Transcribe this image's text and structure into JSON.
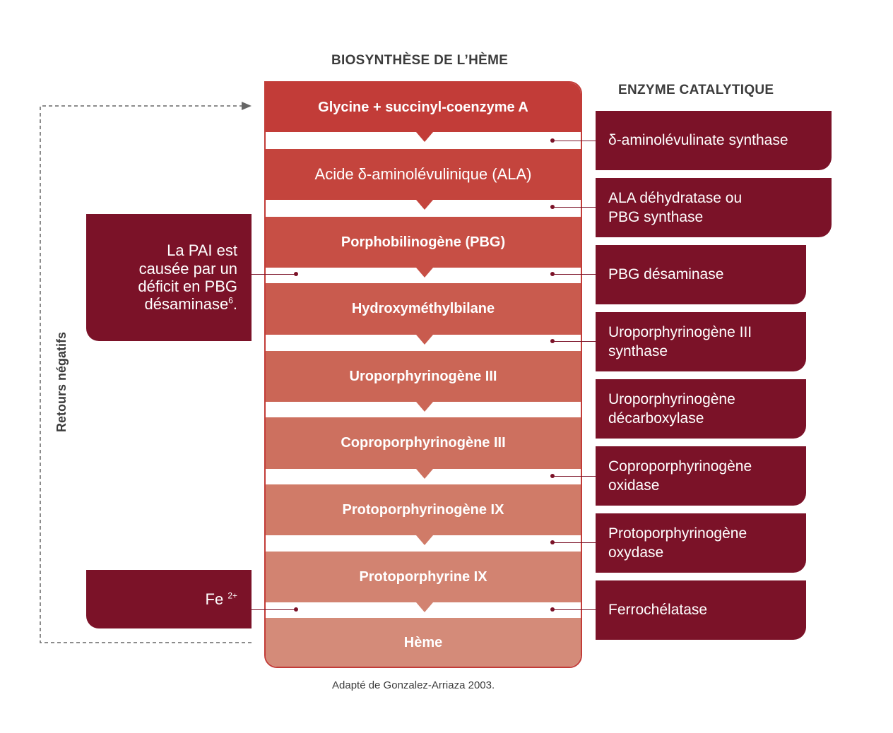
{
  "titles": {
    "pathway": "BIOSYNTHÈSE DE L’HÈME",
    "enzyme": "ENZYME CATALYTIQUE"
  },
  "steps": [
    {
      "label": "Glycine + succinyl-coenzyme A",
      "color": "#c23c38"
    },
    {
      "label": "Acide δ-aminolévulinique (ALA)",
      "color": "#c4443d"
    },
    {
      "label": "Porphobilinogène (PBG)",
      "color": "#c74f45"
    },
    {
      "label": "Hydroxyméthylbilane",
      "color": "#c95b4e"
    },
    {
      "label": "Uroporphyrinogène III",
      "color": "#cb6656"
    },
    {
      "label": "Coproporphyrinogène III",
      "color": "#cd705f"
    },
    {
      "label": "Protoporphyrinogène IX",
      "color": "#d07b68"
    },
    {
      "label": "Protoporphyrine IX",
      "color": "#d28371"
    },
    {
      "label": "Hème",
      "color": "#d48b79"
    }
  ],
  "enzymes": [
    {
      "line1": "δ-aminolévulinate synthase",
      "line2": ""
    },
    {
      "line1": "ALA déhydratase ou",
      "line2": "PBG synthase"
    },
    {
      "line1": "PBG désaminase",
      "line2": ""
    },
    {
      "line1": "Uroporphyrinogène III",
      "line2": "synthase"
    },
    {
      "line1": "Uroporphyrinogène",
      "line2": "décarboxylase"
    },
    {
      "line1": "Coproporphyrinogène",
      "line2": "oxidase"
    },
    {
      "line1": "Protoporphyrinogène",
      "line2": "oxydase"
    },
    {
      "line1": "Ferrochélatase",
      "line2": ""
    }
  ],
  "pai_box": {
    "line1": "La PAI est",
    "line2": "causée par un",
    "line3": "déficit en PBG",
    "line4": "désaminase",
    "sup": "6",
    "tail": "."
  },
  "fe_box": {
    "label": "Fe",
    "sup": "2+"
  },
  "feedback": "Retours négatifs",
  "source": "Adapté de Gonzalez-Arriaza 2003.",
  "colors": {
    "enzyme_box": "#7b1228",
    "arrow": "#555555"
  }
}
